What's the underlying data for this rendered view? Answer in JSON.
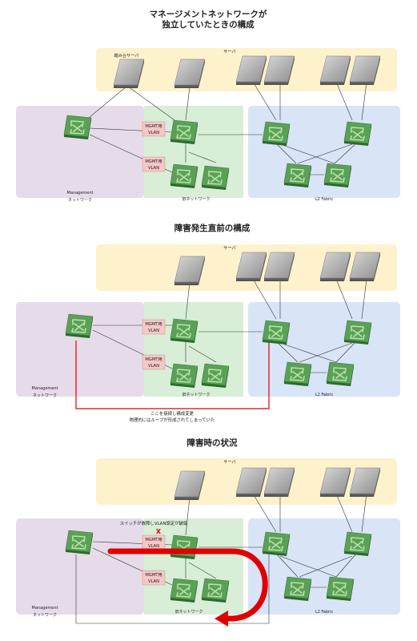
{
  "sections": [
    {
      "title_lines": [
        "マネージメントネットワークが",
        "独立していたときの構成"
      ],
      "server_label": "サーバ",
      "bastion_label": "踏み台サーバ",
      "mgmt_label_lines": [
        "Management",
        "ネットワーク"
      ],
      "old_net_label": "旧ネットワーク",
      "l2_label": "L2 Fabric",
      "vlan_label_lines": [
        "MGMT用",
        "VLAN"
      ]
    },
    {
      "title_lines": [
        "障害発生直前の構成"
      ],
      "server_label": "サーバ",
      "mgmt_label_lines": [
        "Management",
        "ネットワーク"
      ],
      "old_net_label": "旧ネットワーク",
      "l2_label": "L2 Fabric",
      "vlan_label_lines": [
        "MGMT用",
        "VLAN"
      ],
      "note_lines": [
        "ここを接続し構成変更",
        "物理的にはループが形成されてしまっていた"
      ]
    },
    {
      "title_lines": [
        "障害時の状況"
      ],
      "server_label": "サーバ",
      "mgmt_label_lines": [
        "Management",
        "ネットワーク"
      ],
      "old_net_label": "旧ネットワーク",
      "l2_label": "L2 Fabric",
      "vlan_label_lines": [
        "MGMT用",
        "VLAN"
      ],
      "failure_note": "スイッチが故障しVLAN設定が破綻",
      "failure_mark": "X"
    }
  ],
  "colors": {
    "server_zone": "#fdf2cc",
    "mgmt_zone": "#e6dbe9",
    "old_net_zone": "#d8eed6",
    "l2_zone": "#d9e4f7",
    "vlan_box": "#f6c7c7",
    "loop_line": "#e00000"
  },
  "icons": {
    "server": "server-icon",
    "switch": "network-switch-icon",
    "loop_arrow": "loop-arrow-icon"
  }
}
